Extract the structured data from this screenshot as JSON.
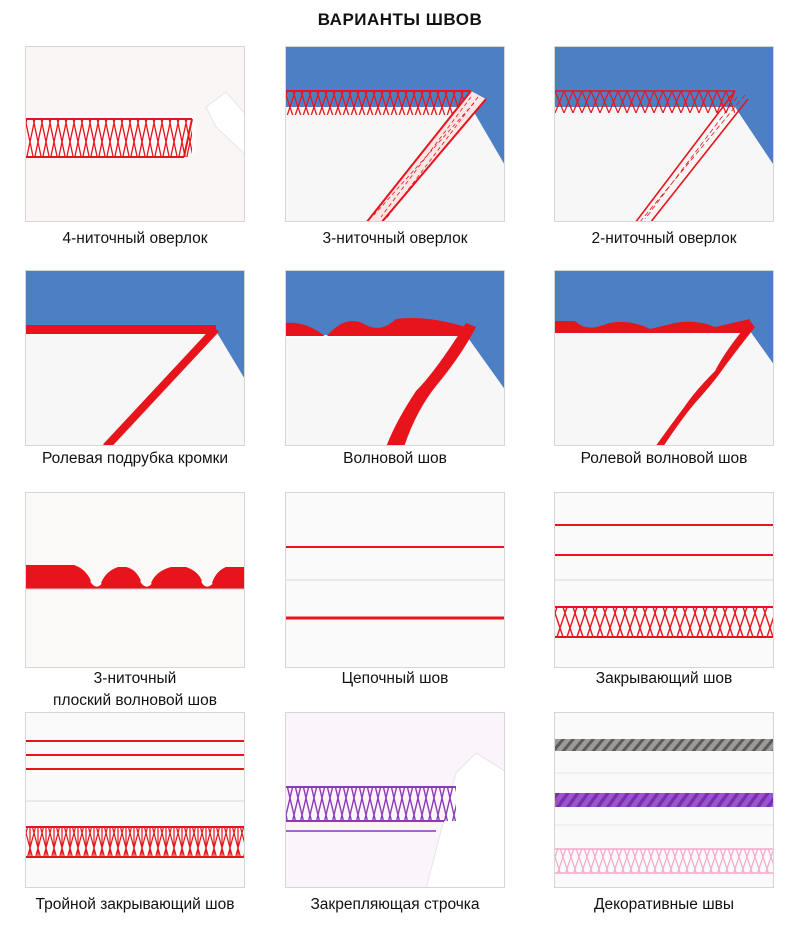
{
  "page_title": "ВАРИАНТЫ ШВОВ",
  "colors": {
    "thread_red": "#e8141c",
    "fabric_blue": "#4d7fc4",
    "fabric_white": "#f7f7f7",
    "thread_purple": "#8a3ab8",
    "thread_grey": "#7c7a78",
    "thread_pink": "#f2a9c9"
  },
  "stitches": [
    {
      "label": "4-ниточный оверлок",
      "icon": "four-thread-overlock-sample"
    },
    {
      "label": "3-ниточный оверлок",
      "icon": "three-thread-overlock-sample"
    },
    {
      "label": "2-ниточный оверлок",
      "icon": "two-thread-overlock-sample"
    },
    {
      "label": "Ролевая подрубка кромки",
      "icon": "rolled-hem-sample"
    },
    {
      "label": "Волновой шов",
      "icon": "wave-stitch-sample"
    },
    {
      "label": "Ролевой волновой шов",
      "icon": "rolled-wave-stitch-sample"
    },
    {
      "label_line1": "3-ниточный",
      "label_line2": "плоский волновой шов",
      "icon": "flat-wave-stitch-sample"
    },
    {
      "label": "Цепочный шов",
      "icon": "chain-stitch-sample"
    },
    {
      "label": "Закрывающий шов",
      "icon": "cover-stitch-sample"
    },
    {
      "label": "Тройной закрывающий шов",
      "icon": "triple-cover-stitch-sample"
    },
    {
      "label": "Закрепляющая строчка",
      "icon": "safety-stitch-sample"
    },
    {
      "label": "Декоративные швы",
      "icon": "decorative-stitch-sample"
    }
  ]
}
